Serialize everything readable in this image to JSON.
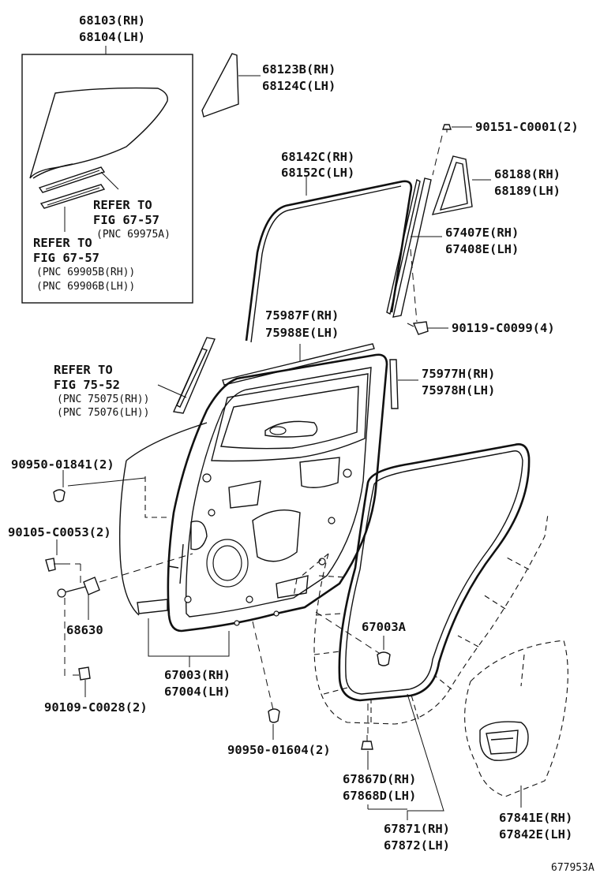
{
  "diagram": {
    "drawing_number": "677953A",
    "labels": [
      {
        "id": "glass-rh",
        "text": "68103(RH)"
      },
      {
        "id": "glass-lh",
        "text": "68104(LH)"
      },
      {
        "id": "quarter-glass-rh",
        "text": "68123B(RH)"
      },
      {
        "id": "quarter-glass-lh",
        "text": "68124C(LH)"
      },
      {
        "id": "screw-90151",
        "text": "90151-C0001(2)"
      },
      {
        "id": "run-channel-rh",
        "text": "68142C(RH)"
      },
      {
        "id": "run-channel-lh",
        "text": "68152C(LH)"
      },
      {
        "id": "division-bar-rh",
        "text": "68188(RH)"
      },
      {
        "id": "division-bar-lh",
        "text": "68189(LH)"
      },
      {
        "id": "channel-rh",
        "text": "67407E(RH)"
      },
      {
        "id": "channel-lh",
        "text": "67408E(LH)"
      },
      {
        "id": "bolt-90119",
        "text": "90119-C0099(4)"
      },
      {
        "id": "molding-rh",
        "text": "75987F(RH)"
      },
      {
        "id": "molding-lh",
        "text": "75988E(LH)"
      },
      {
        "id": "garnish-rh",
        "text": "75977H(RH)"
      },
      {
        "id": "garnish-lh",
        "text": "75978H(LH)"
      },
      {
        "id": "plug-90950-01841",
        "text": "90950-01841(2)"
      },
      {
        "id": "bolt-90105",
        "text": "90105-C0053(2)"
      },
      {
        "id": "check-68630",
        "text": "68630"
      },
      {
        "id": "bolt-90109",
        "text": "90109-C0028(2)"
      },
      {
        "id": "panel-rh",
        "text": "67003(RH)"
      },
      {
        "id": "panel-lh",
        "text": "67004(LH)"
      },
      {
        "id": "plug-90950-01604",
        "text": "90950-01604(2)"
      },
      {
        "id": "plug-67003a",
        "text": "67003A"
      },
      {
        "id": "clip-rh",
        "text": "67867D(RH)"
      },
      {
        "id": "clip-lh",
        "text": "67868D(LH)"
      },
      {
        "id": "weatherstrip-rh",
        "text": "67871(RH)"
      },
      {
        "id": "weatherstrip-lh",
        "text": "67872(LH)"
      },
      {
        "id": "trim-board-rh",
        "text": "67841E(RH)"
      },
      {
        "id": "trim-board-lh",
        "text": "67842E(LH)"
      }
    ],
    "references": [
      {
        "id": "ref-67-57-a",
        "lines": [
          "REFER TO",
          "FIG 67-57",
          "(PNC 69975A)"
        ]
      },
      {
        "id": "ref-67-57-b",
        "lines": [
          "REFER TO",
          "FIG 67-57",
          "(PNC 69905B(RH))",
          "(PNC 69906B(LH))"
        ]
      },
      {
        "id": "ref-75-52",
        "lines": [
          "REFER TO",
          "FIG 75-52",
          "(PNC 75075(RH))",
          "(PNC 75076(LH))"
        ]
      }
    ]
  }
}
